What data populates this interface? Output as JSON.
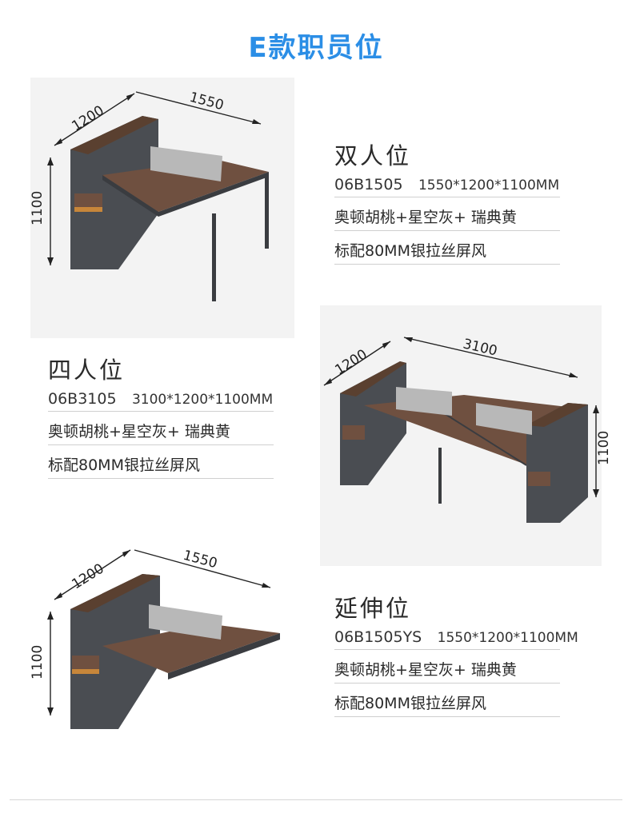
{
  "page_title": "E款职员位",
  "products": [
    {
      "name": "双人位",
      "model": "06B1505",
      "size": "1550*1200*1100MM",
      "colors": "奥顿胡桃+星空灰+ 瑞典黄",
      "screen": "标配80MM银拉丝屏风",
      "dims": {
        "width": "1550",
        "depth": "1200",
        "height": "1100"
      }
    },
    {
      "name": "四人位",
      "model": "06B3105",
      "size": "3100*1200*1100MM",
      "colors": "奥顿胡桃+星空灰+ 瑞典黄",
      "screen": "标配80MM银拉丝屏风",
      "dims": {
        "width": "3100",
        "depth": "1200",
        "height": "1100"
      }
    },
    {
      "name": "延伸位",
      "model": "06B1505YS",
      "size": "1550*1200*1100MM",
      "colors": "奥顿胡桃+星空灰+ 瑞典黄",
      "screen": "标配80MM银拉丝屏风",
      "dims": {
        "width": "1550",
        "depth": "1200",
        "height": "1100"
      }
    }
  ],
  "colors": {
    "accent": "#2b8ee6",
    "walnut": "#6f5040",
    "cabinet_gray": "#4a4d52",
    "accent_yellow": "#c7863a",
    "screen_silver": "#b8b8b8"
  }
}
